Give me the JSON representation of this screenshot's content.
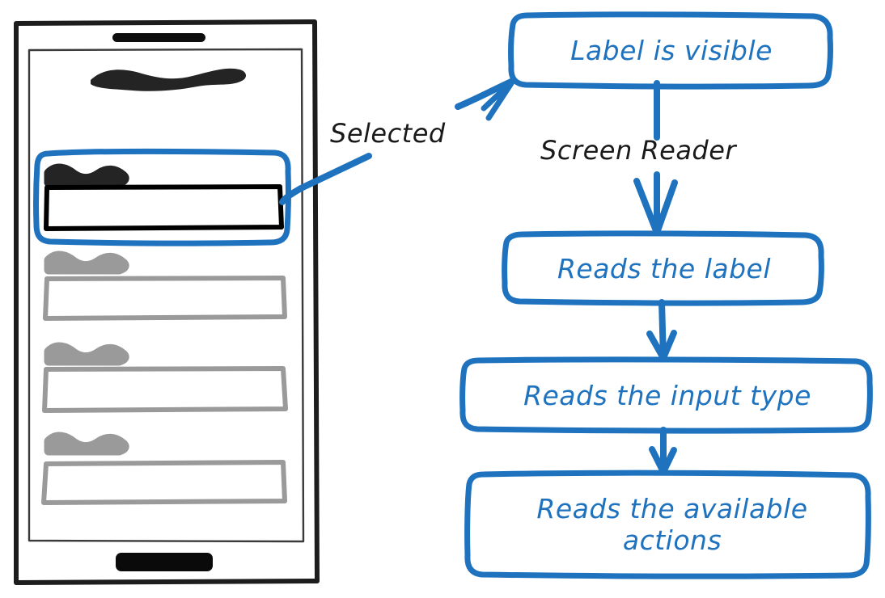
{
  "diagram": {
    "title": "Screen reader reads a selected form field",
    "accent_color": "#1e72be",
    "ink_color": "#1a1a1a",
    "muted_color": "#9a9a9a",
    "background_color": "#ffffff"
  },
  "phone": {
    "name": "phone-mockup",
    "speaker_label": "speaker-bar",
    "home_indicator_label": "home-indicator",
    "screen_title_label": "title-scribble",
    "fields": [
      {
        "id": "field-selected",
        "state": "selected",
        "label_scribble_color": "#242424",
        "input_border_color": "#000000",
        "highlight_color": "#1e72be"
      },
      {
        "id": "field-2",
        "state": "inactive",
        "label_scribble_color": "#9a9a9a",
        "input_border_color": "#9a9a9a"
      },
      {
        "id": "field-3",
        "state": "inactive",
        "label_scribble_color": "#9a9a9a",
        "input_border_color": "#9a9a9a"
      },
      {
        "id": "field-4",
        "state": "inactive",
        "label_scribble_color": "#9a9a9a",
        "input_border_color": "#9a9a9a"
      }
    ]
  },
  "annotations": {
    "selected": "Selected",
    "screen_reader": "Screen Reader"
  },
  "flow": {
    "nodes": [
      {
        "id": "node-label-visible",
        "text": "Label is visible"
      },
      {
        "id": "node-reads-label",
        "text": "Reads the label"
      },
      {
        "id": "node-reads-input",
        "text": "Reads the input type"
      },
      {
        "id": "node-reads-actions",
        "text": "Reads the available actions"
      }
    ],
    "edges": [
      {
        "from": "field-selected",
        "to": "node-label-visible",
        "label": "Selected"
      },
      {
        "from": "node-label-visible",
        "to": "node-reads-label",
        "label": "Screen Reader"
      },
      {
        "from": "node-reads-label",
        "to": "node-reads-input",
        "label": ""
      },
      {
        "from": "node-reads-input",
        "to": "node-reads-actions",
        "label": ""
      }
    ]
  }
}
